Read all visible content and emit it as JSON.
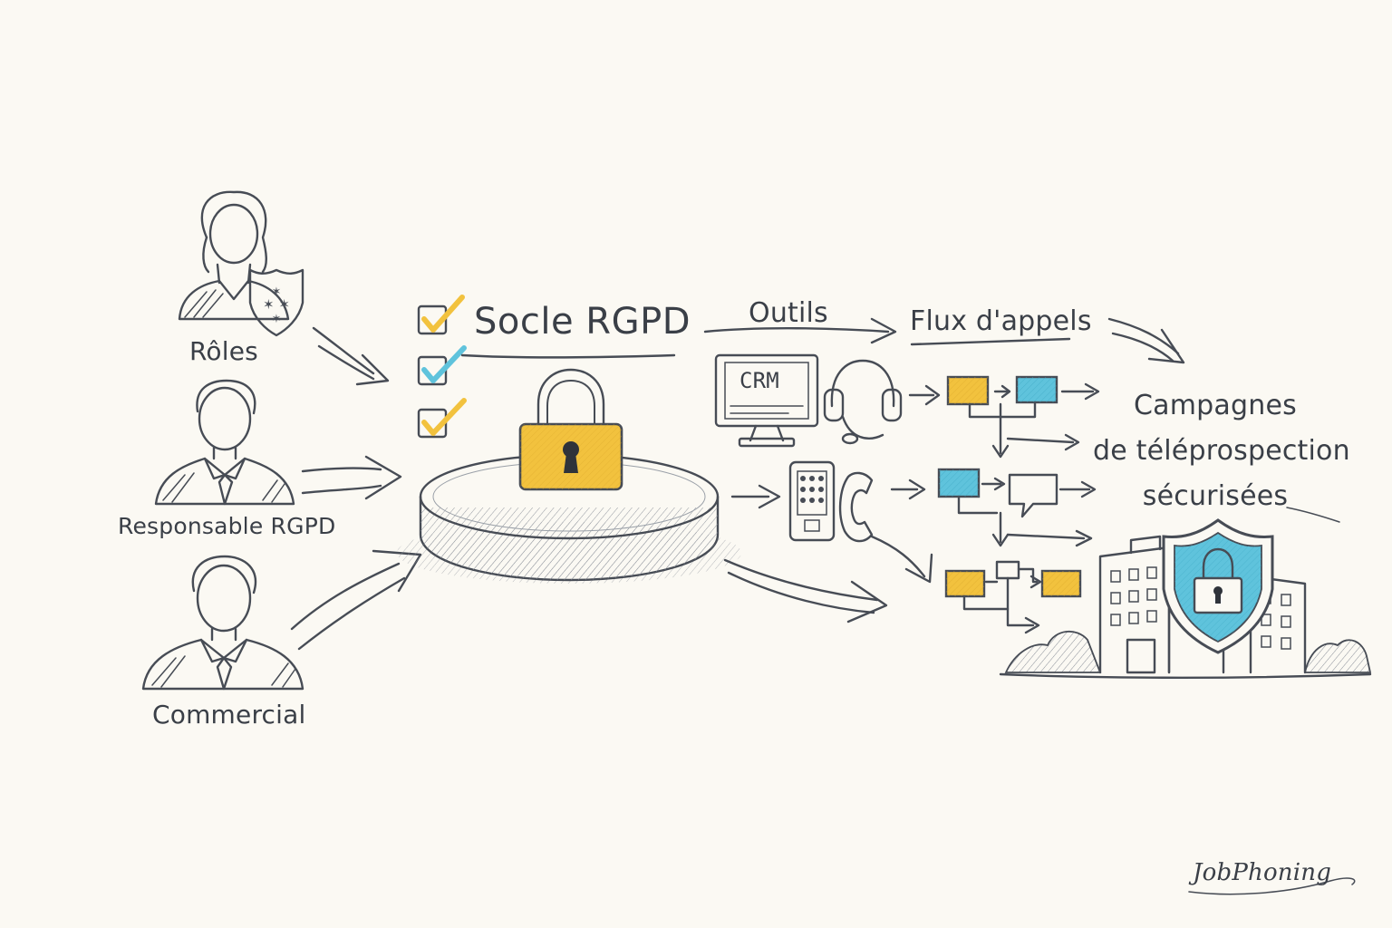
{
  "diagram": {
    "roles": {
      "role1": "Rôles",
      "role2": "Responsable RGPD",
      "role3": "Commercial"
    },
    "core": {
      "title": "Socle RGPD"
    },
    "tools": {
      "label": "Outils",
      "crm": "CRM"
    },
    "flows": {
      "label": "Flux d'appels"
    },
    "result": {
      "line1": "Campagnes",
      "line2": "de téléprospection",
      "line3": "sécurisées"
    },
    "brand": "JobPhoning"
  },
  "colors": {
    "ink": "#474c55",
    "yellow": "#f2c23e",
    "blue": "#5fc3dc",
    "paper": "#fbf9f3"
  },
  "icons": [
    "person-icon",
    "shield-star-icon",
    "checkbox-icon",
    "padlock-icon",
    "platform-icon",
    "monitor-icon",
    "headset-icon",
    "phone-icon",
    "building-icon",
    "shield-lock-icon"
  ]
}
